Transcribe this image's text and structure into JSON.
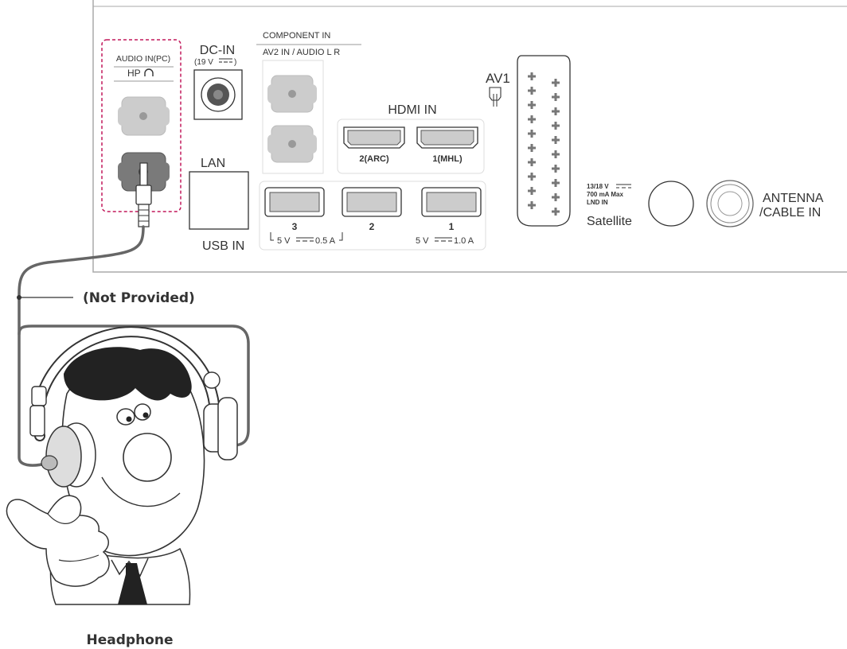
{
  "panel": {
    "audio_in_pc": "AUDIO IN(PC)",
    "hp": "HP",
    "dc_in": "DC-IN",
    "dc_in_voltage": "(19 V",
    "component_in": "COMPONENT IN",
    "av2_in": "AV2 IN / AUDIO L R",
    "av1": "AV1",
    "hdmi_in": "HDMI IN",
    "hdmi_2": "2(ARC)",
    "hdmi_1": "1(MHL)",
    "lan": "LAN",
    "usb_in": "USB IN",
    "usb_3": "3",
    "usb_2": "2",
    "usb_1": "1",
    "usb_power_32": "5 V",
    "usb_power_32_current": "0.5 A",
    "usb_power_1": "5 V",
    "usb_power_1_current": "1.0 A",
    "sat_voltage": "13/18 V",
    "sat_current": "700 mA Max",
    "sat_lnb": "LND IN",
    "satellite": "Satellite",
    "antenna": "ANTENNA",
    "cable_in": "/CABLE IN"
  },
  "callouts": {
    "not_provided": "(Not Provided)",
    "headphone": "Headphone"
  },
  "colors": {
    "line": "#555555",
    "highlight": "#c2185b",
    "port_fill": "#cccccc",
    "jack_dark": "#7a7a7a"
  }
}
